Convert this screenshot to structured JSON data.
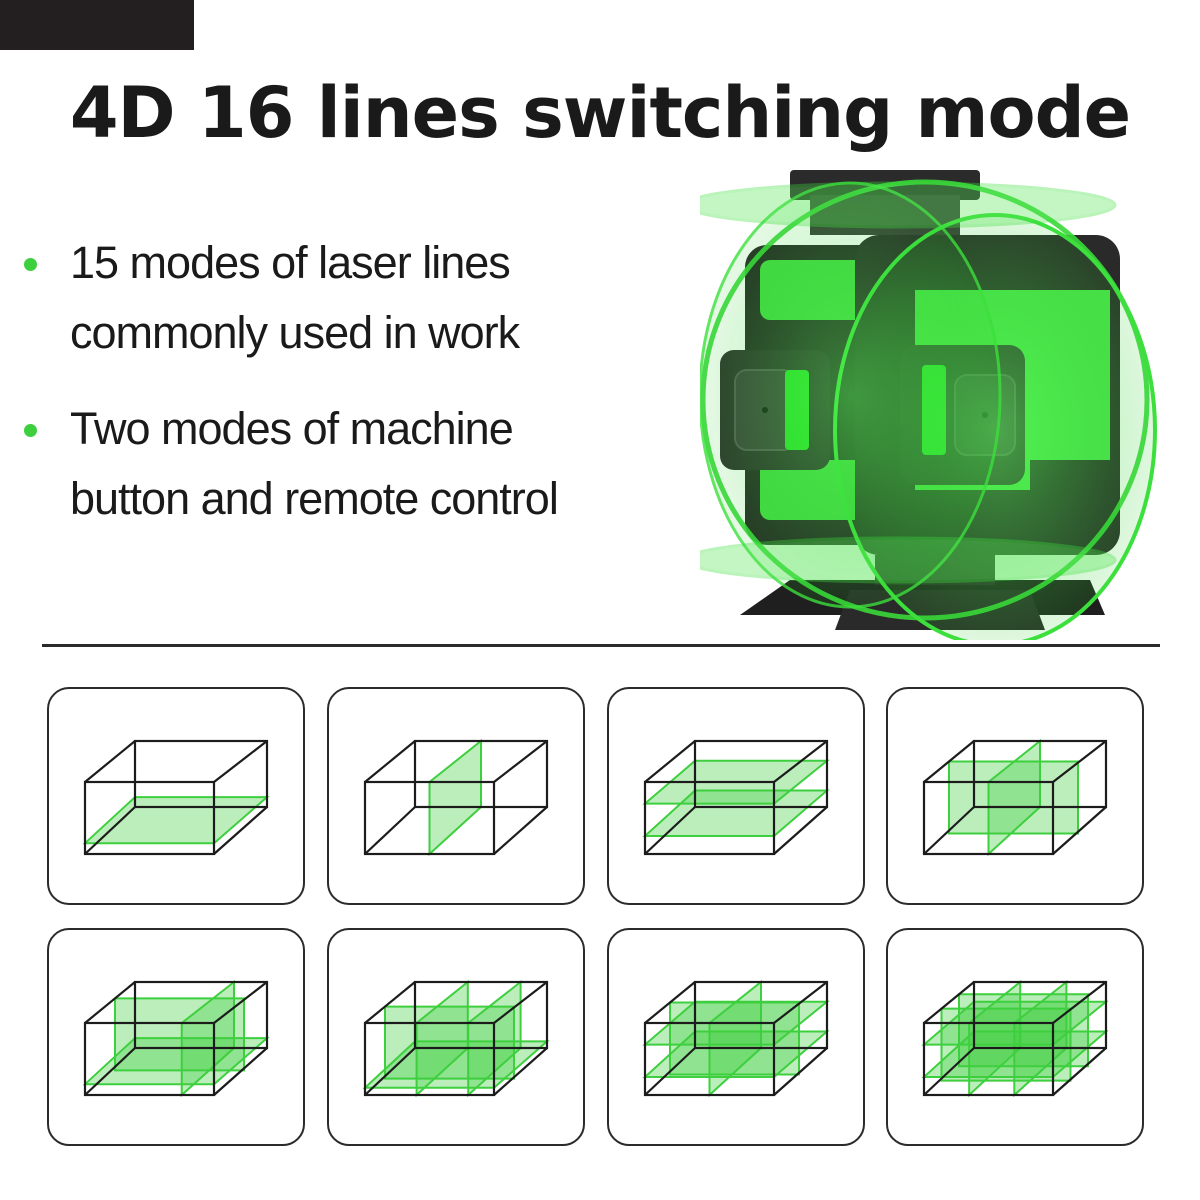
{
  "title": "4D 16 lines switching mode",
  "bullets": [
    {
      "line1": "15 modes of laser lines",
      "line2": "commonly used in work"
    },
    {
      "line1": "Two modes of machine",
      "line2": "button and remote control"
    }
  ],
  "colors": {
    "laser_green": "#3ecf3e",
    "text": "#1a1a1a",
    "device_dark": "#262626"
  },
  "modes": [
    {
      "name": "bottom-horizontal"
    },
    {
      "name": "single-vertical"
    },
    {
      "name": "two-horizontal"
    },
    {
      "name": "cross-vertical"
    },
    {
      "name": "cross-vertical-bottom"
    },
    {
      "name": "cross-vertical-bottom-alt"
    },
    {
      "name": "two-horizontal-cross"
    },
    {
      "name": "full-16-lines"
    }
  ]
}
